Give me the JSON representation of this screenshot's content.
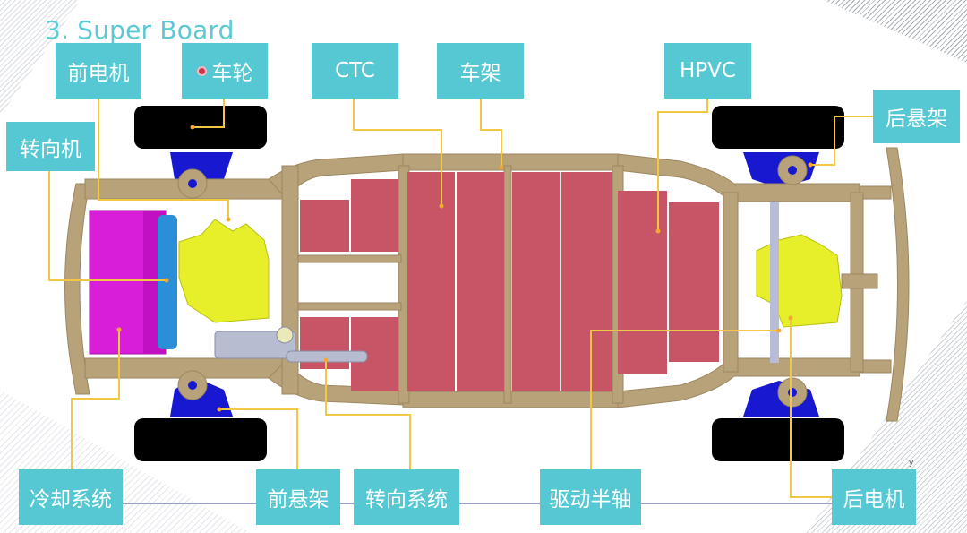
{
  "slide": {
    "title": "3. Super Board"
  },
  "labels": {
    "front_motor": "前电机",
    "wheel": "车轮",
    "ctc": "CTC",
    "frame": "车架",
    "hpvc": "HPVC",
    "rear_suspension": "后悬架",
    "steering_gear": "转向机",
    "cooling_system": "冷却系统",
    "front_suspension": "前悬架",
    "steering_system": "转向系统",
    "drive_half_shaft": "驱动半轴",
    "rear_motor": "后电机"
  },
  "axis_marker": "y",
  "colors": {
    "title": "#5ccad4",
    "label_bg": "#55c8d3",
    "label_text": "#ffffff",
    "leader_line": "#f2c744",
    "frame": "#b8a27a",
    "battery": "#c85565",
    "motor": "#e6ef2a",
    "cooling": "#d81ed8",
    "steering_rack": "#2a8fd8",
    "suspension": "#1818d0",
    "tire": "#000000",
    "connector_line": "#9aa0c0"
  },
  "marked_label": "wheel"
}
